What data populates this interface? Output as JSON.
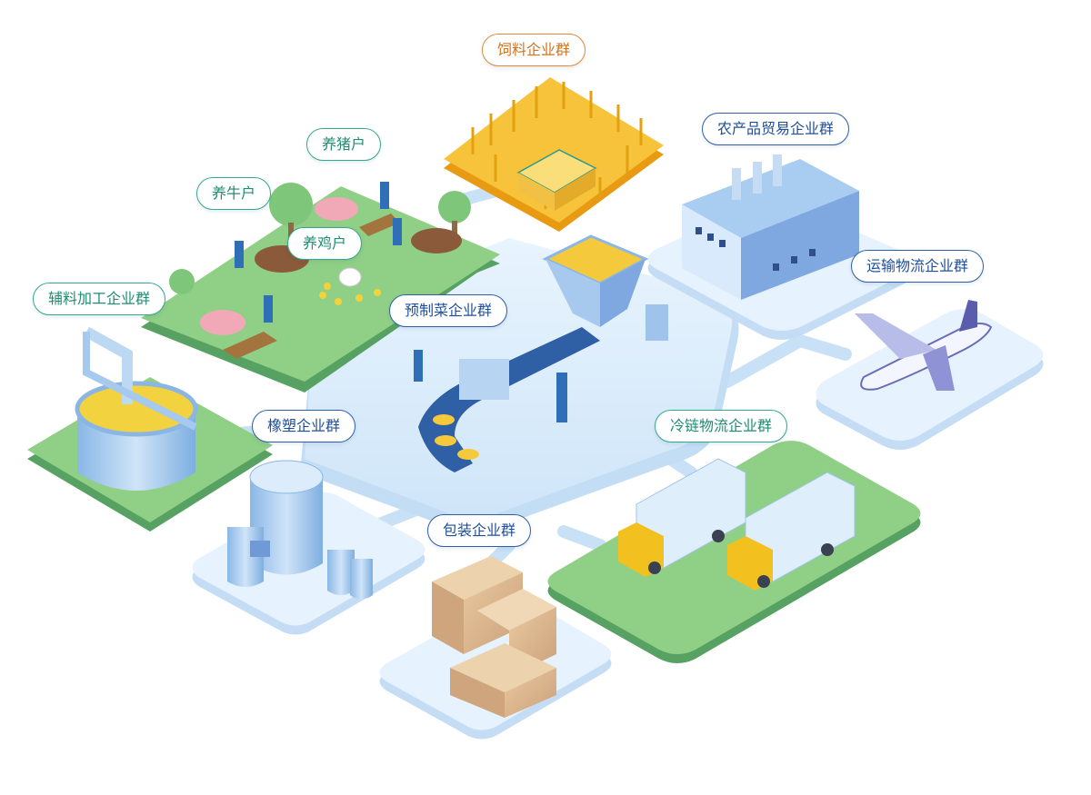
{
  "labels": {
    "feed": "饲料企业群",
    "agri_trade": "农产品贸易企业群",
    "pig_farm": "养猪户",
    "cattle_farm": "养牛户",
    "chicken_farm": "养鸡户",
    "auxiliary": "辅料加工企业群",
    "prepared_food": "预制菜企业群",
    "transport": "运输物流企业群",
    "rubber_plastic": "橡塑企业群",
    "cold_chain": "冷链物流企业群",
    "packaging": "包装企业群"
  },
  "colors": {
    "platform": "#cfe6f9",
    "platform_top": "#e4f2fd",
    "grass": "#8fcd82",
    "grass_edge": "#57a262",
    "wheat": "#f2b21e",
    "label_green": "#2fa98a",
    "label_blue": "#2e5fa8",
    "label_orange": "#e08a3a"
  }
}
